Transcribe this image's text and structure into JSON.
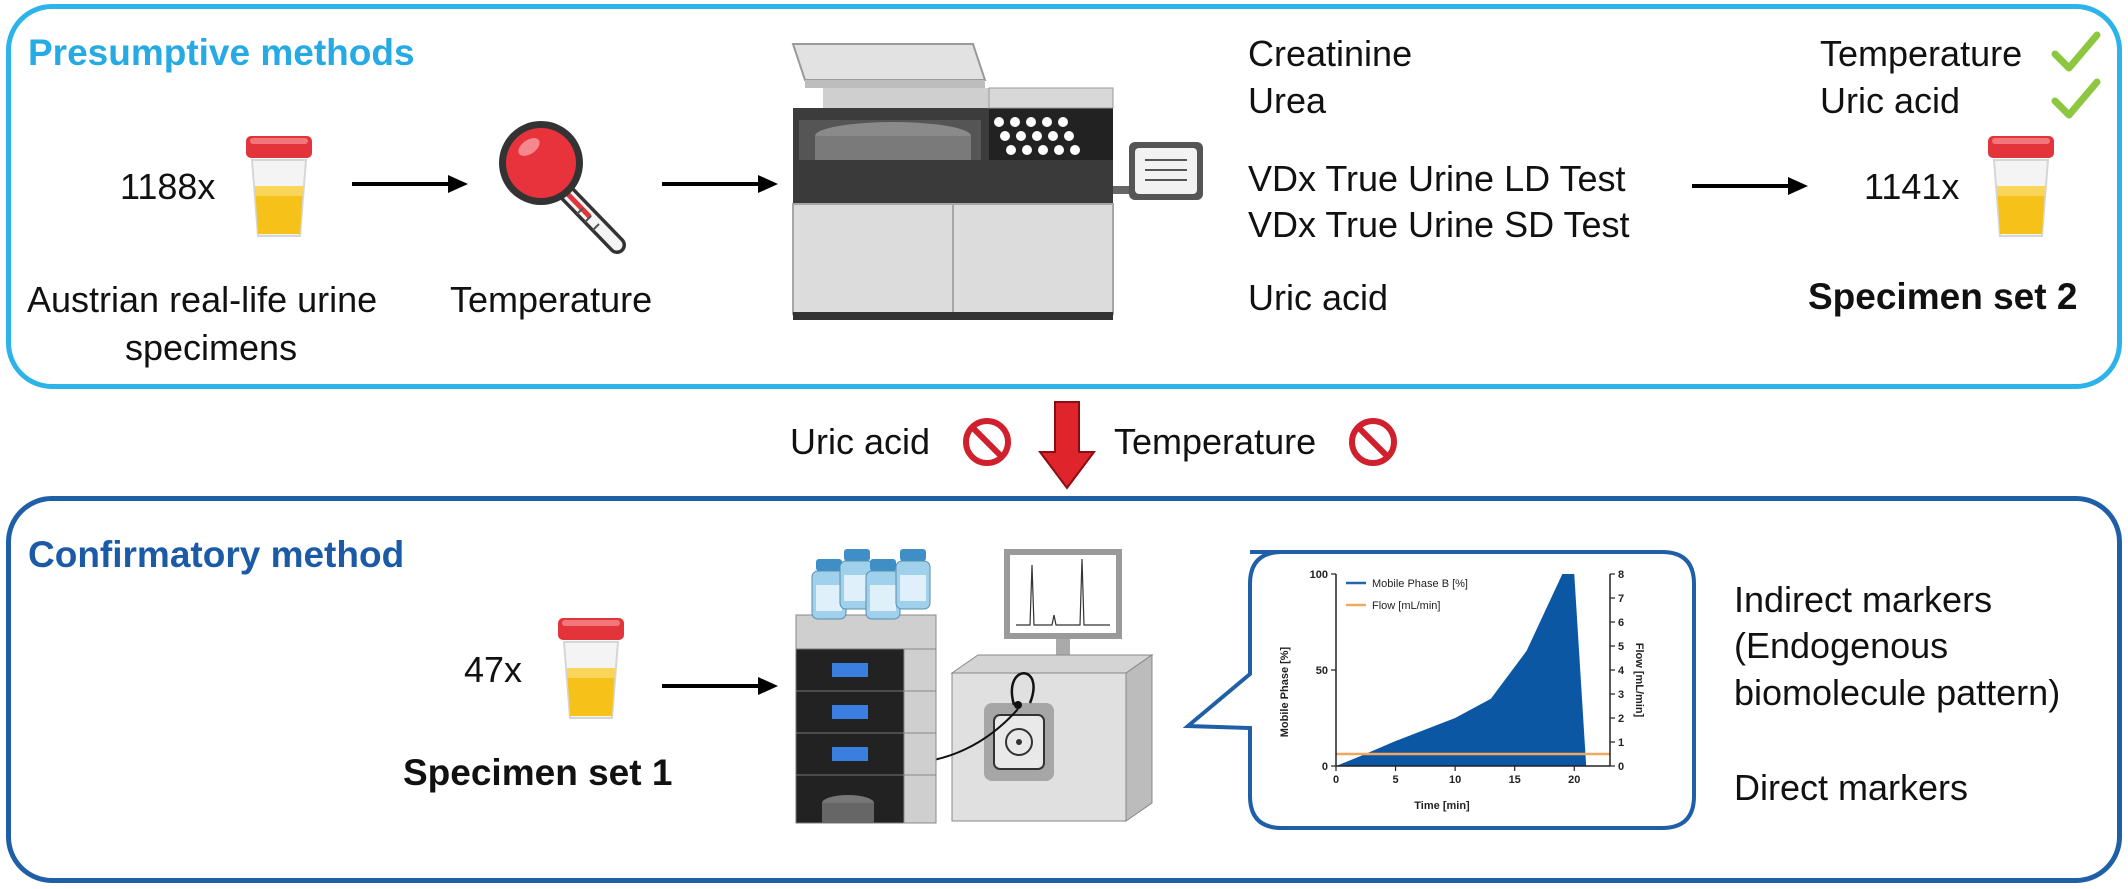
{
  "presumptive": {
    "heading": "Presumptive methods",
    "input_count": "1188x",
    "input_label_line1": "Austrian real-life urine",
    "input_label_line2": "specimens",
    "temperature_label": "Temperature",
    "analytes": [
      "Creatinine",
      "Urea",
      "VDx True Urine LD Test",
      "VDx True Urine SD Test",
      "Uric acid"
    ],
    "checks": [
      "Temperature",
      "Uric acid"
    ],
    "output_count": "1141x",
    "output_label": "Specimen set 2"
  },
  "transition": {
    "left_label": "Uric acid",
    "right_label": "Temperature"
  },
  "confirmatory": {
    "heading": "Confirmatory method",
    "input_count": "47x",
    "input_label": "Specimen set 1",
    "markers": [
      "Indirect markers",
      "(Endogenous",
      "biomolecule pattern)",
      "Direct markers"
    ]
  },
  "colors": {
    "presumptive_border": "#2bb3ea",
    "confirmatory_border": "#1e5fa8",
    "check": "#8dc63f",
    "prohibit": "#d0202e",
    "down_arrow": "#e0242b",
    "gradient_fill": "#0b57a3",
    "flow_line": "#f0a860"
  },
  "chart_data": {
    "type": "area",
    "x": [
      0,
      2,
      5,
      10,
      13,
      16,
      19,
      20,
      21
    ],
    "series": [
      {
        "name": "Mobile Phase B [%]",
        "axis": "left",
        "values": [
          0,
          5,
          13,
          25,
          35,
          60,
          100,
          100,
          0
        ]
      },
      {
        "name": "Flow [mL/min]",
        "axis": "right",
        "values": [
          0.5,
          0.5,
          0.5,
          0.5,
          0.5,
          0.5,
          0.5,
          0.5,
          0.5
        ]
      }
    ],
    "xlabel": "Time [min]",
    "ylabel_left": "Mobile Phase [%]",
    "ylabel_right": "Flow [mL/min]",
    "xlim": [
      0,
      23
    ],
    "ylim_left": [
      0,
      100
    ],
    "ylim_right": [
      0,
      8
    ],
    "xticks": [
      0,
      5,
      10,
      15,
      20
    ],
    "yticks_left": [
      0,
      50,
      100
    ],
    "yticks_right": [
      0,
      1,
      2,
      3,
      4,
      5,
      6,
      7,
      8
    ],
    "legend_position": "top-left"
  }
}
